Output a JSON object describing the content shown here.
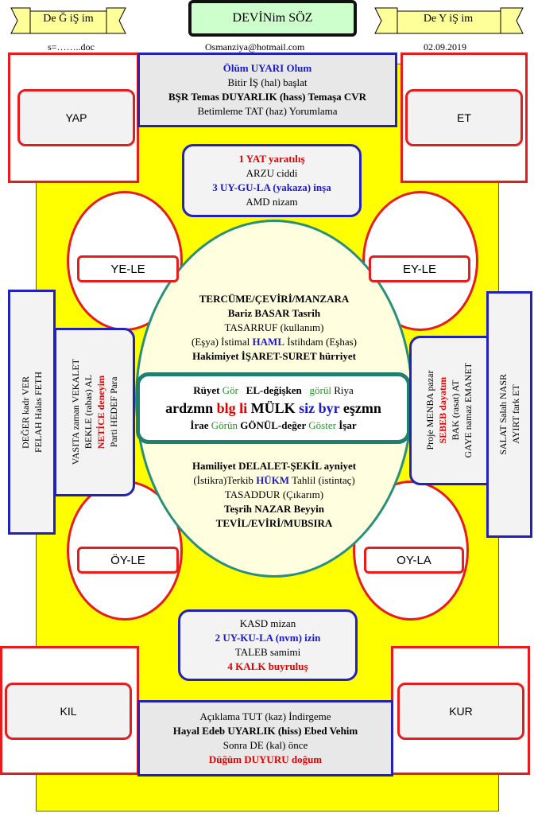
{
  "header": {
    "left_tab": "De Ğ iŞ im",
    "title": "DEVİNim SÖZ",
    "right_tab": "De Y iŞ im",
    "file": "s=……..doc",
    "email": "Osmanziya@hotmail.com",
    "date": "02.09.2019"
  },
  "top_box": {
    "l1": "Ölüm UYARI Olum",
    "l2": "Bitir İŞ (hal) başlat",
    "l3": "BŞR Temas DUYARLIK (hass) Temaşa CVR",
    "l4": "Betimleme TAT (haz) Yorumlama"
  },
  "corners": {
    "top_left": "YAP",
    "top_right": "ET",
    "bottom_left": "KIL",
    "bottom_right": "KUR"
  },
  "upper_box": {
    "l1": "1 YAT yaratılış",
    "l2": "ARZU ciddi",
    "l3": "3 UY-GU-LA (yakaza) inşa",
    "l4": "AMD nizam"
  },
  "ovals": {
    "top_left": "YE-LE",
    "top_right": "EY-LE",
    "bottom_left": "ÖY-LE",
    "bottom_right": "OY-LA"
  },
  "circle_top": {
    "l1": "TERCÜME/ÇEVİRİ/MANZARA",
    "l2": "Bariz BASAR Tasrih",
    "l3": "TASARRUF (kullanım)",
    "l4a": "(Eşya) İstimal ",
    "l4b": "HAML",
    "l4c": " İstihdam (Eşhas)",
    "l5": "Hakimiyet İŞARET-SURET hürriyet"
  },
  "center": {
    "r1a": "Rüyet ",
    "r1b": "Gör",
    "r1c": "   EL-değişken   ",
    "r1d": "görül",
    "r1e": " Riya",
    "r2a": "ardzmn ",
    "r2b": "blg li",
    "r2c": " MÜLK ",
    "r2d": "siz byr",
    "r2e": " eşzmn",
    "r3a": "İrae ",
    "r3b": "Görün",
    "r3c": " GÖNÜL-değer ",
    "r3d": "Göster",
    "r3e": " İşar"
  },
  "circle_bottom": {
    "l1": "Hamiliyet DELALET-ŞEKİL ayniyet",
    "l2a": "(İstikra)Terkib ",
    "l2b": "HÜKM",
    "l2c": " Tahlil (istintaç)",
    "l3": "TASADDUR (Çıkarım)",
    "l4": "Teşrih NAZAR Beyyin",
    "l5": "TEVİL/EVİRİ/MUBSIRA"
  },
  "far_left": {
    "l1": "DEĞER kadr  VER",
    "l2": "FELAH  Halas FETH"
  },
  "inner_left": {
    "l1": "VASITA zaman VEKALET",
    "l2": "BEKLE (rabas) AL",
    "l3": "NETİCE deneyim",
    "l4": "Parti HEDEF Para"
  },
  "inner_right": {
    "l1": "Proje MENBA pazar",
    "l2": "SEBEB dayatım",
    "l3": "BAK (rasat)  AT",
    "l4": "GAYE namaz EMANET"
  },
  "far_right": {
    "l1": "SALAT Salah NASR",
    "l2": "AYIRT  fark  ET"
  },
  "lower_box": {
    "l1": "KASD mizan",
    "l2": "2 UY-KU-LA (nvm) izin",
    "l3": "TALEB samimi",
    "l4": "4 KALK buyruluş"
  },
  "bottom_box": {
    "l1": "Açıklama TUT (kaz) İndirgeme",
    "l2": "Hayal Edeb UYARLIK (hiss) Ebed Vehim",
    "l3": "Sonra DE (kal) önce",
    "l4": "Düğüm DUYURU doğum"
  }
}
